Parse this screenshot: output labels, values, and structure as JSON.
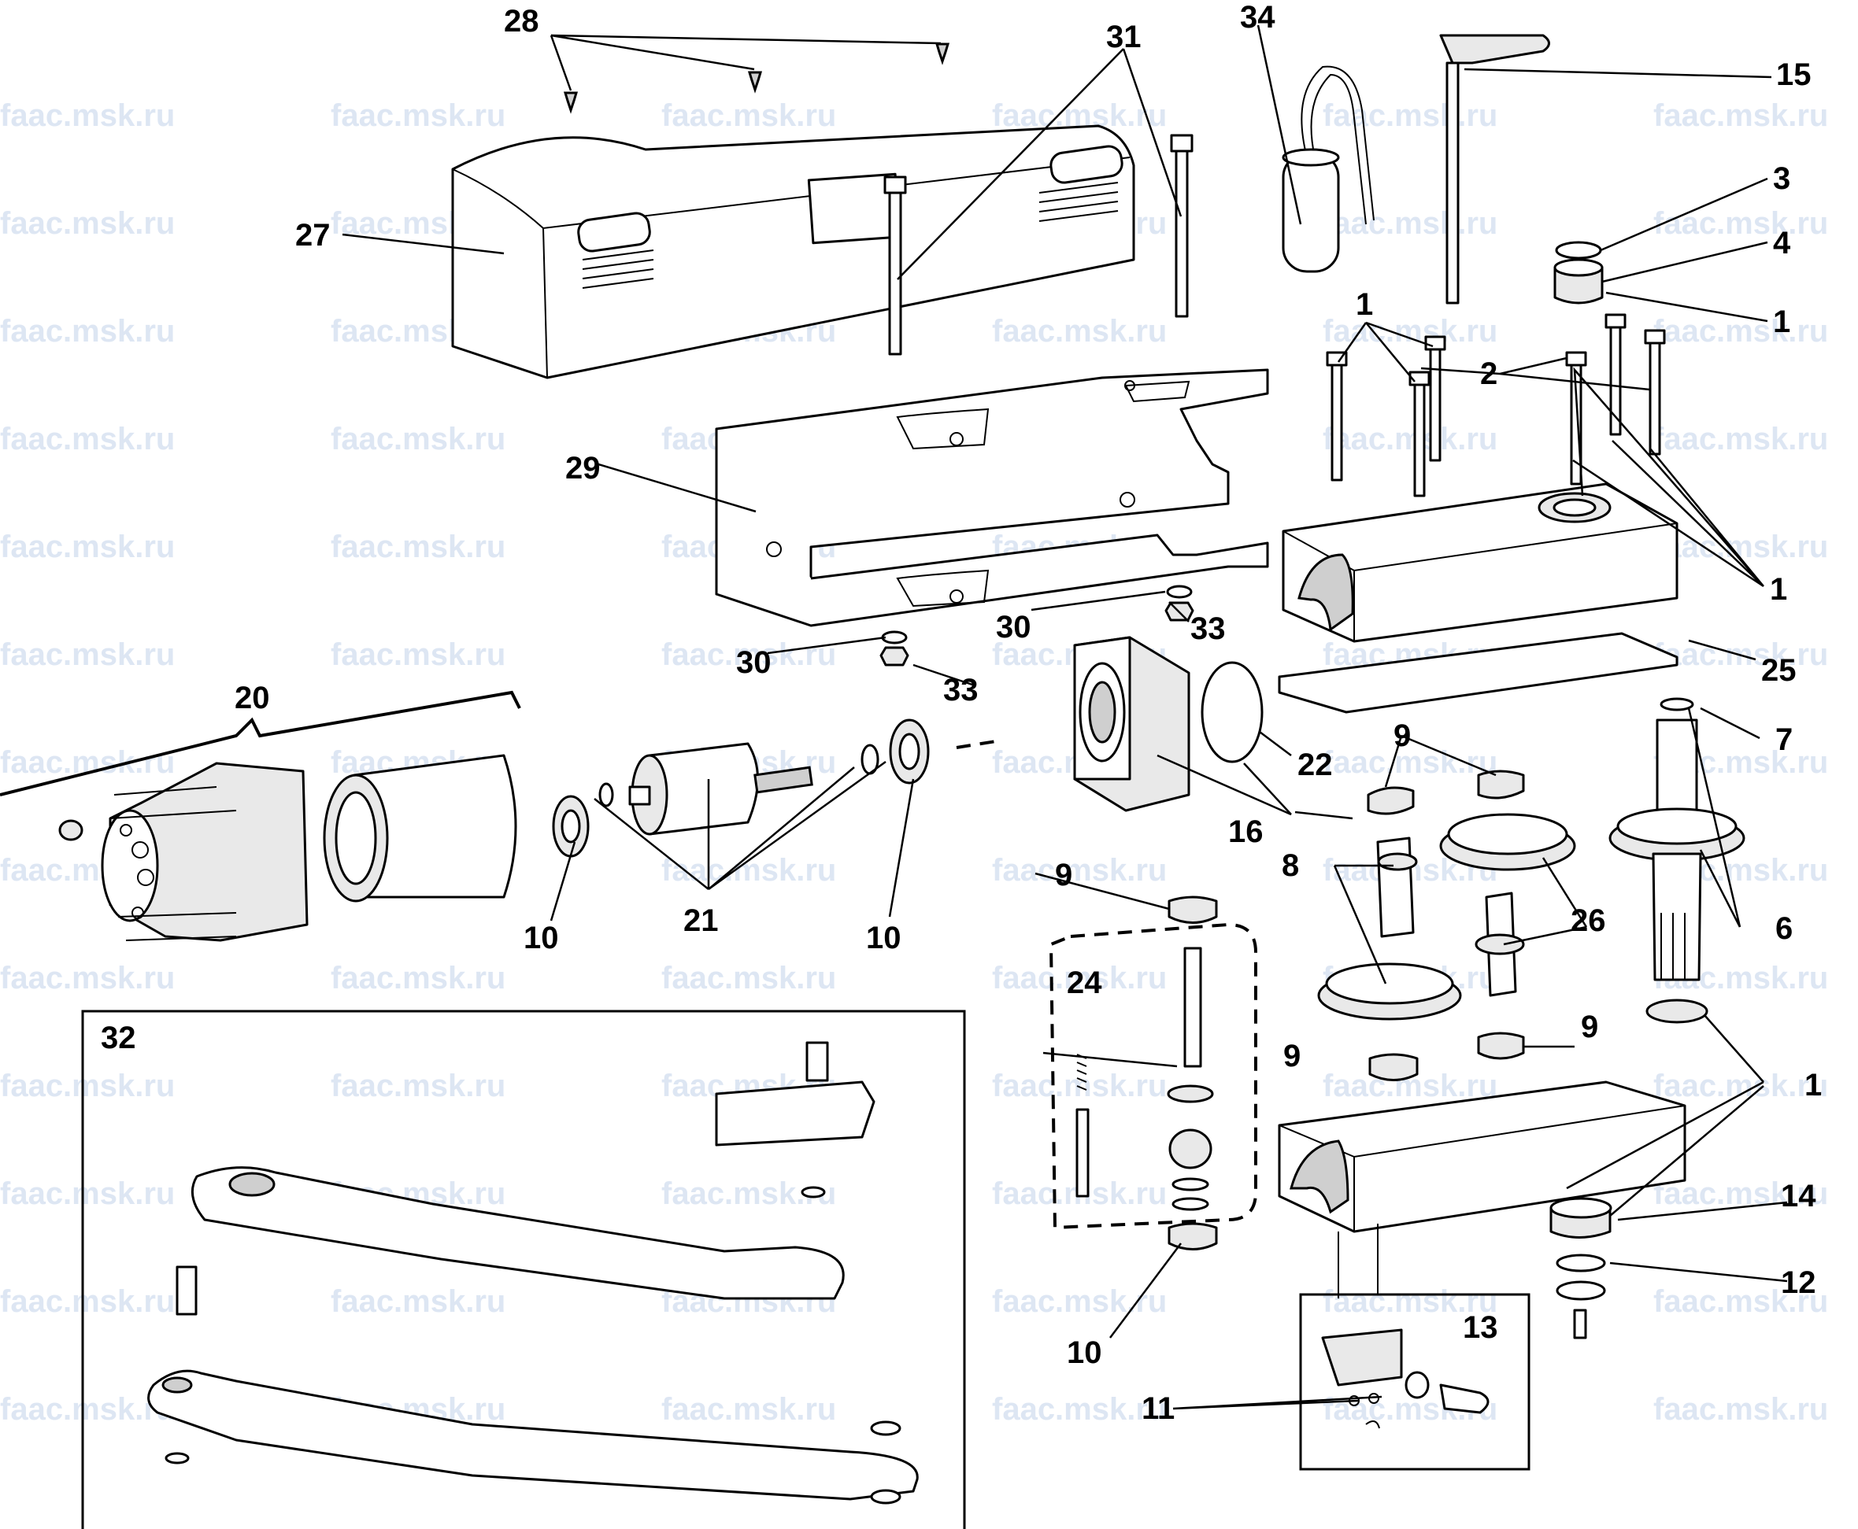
{
  "watermark": {
    "text": "faac.msk.ru"
  },
  "callouts": {
    "c1": "1",
    "c2": "2",
    "c3": "3",
    "c4": "4",
    "c6": "6",
    "c7": "7",
    "c8": "8",
    "c9": "9",
    "c10": "10",
    "c11": "11",
    "c12": "12",
    "c13": "13",
    "c14": "14",
    "c15": "15",
    "c16": "16",
    "c20": "20",
    "c21": "21",
    "c22": "22",
    "c24": "24",
    "c25": "25",
    "c26": "26",
    "c27": "27",
    "c28": "28",
    "c29": "29",
    "c30": "30",
    "c31": "31",
    "c32": "32",
    "c33": "33",
    "c34": "34"
  }
}
